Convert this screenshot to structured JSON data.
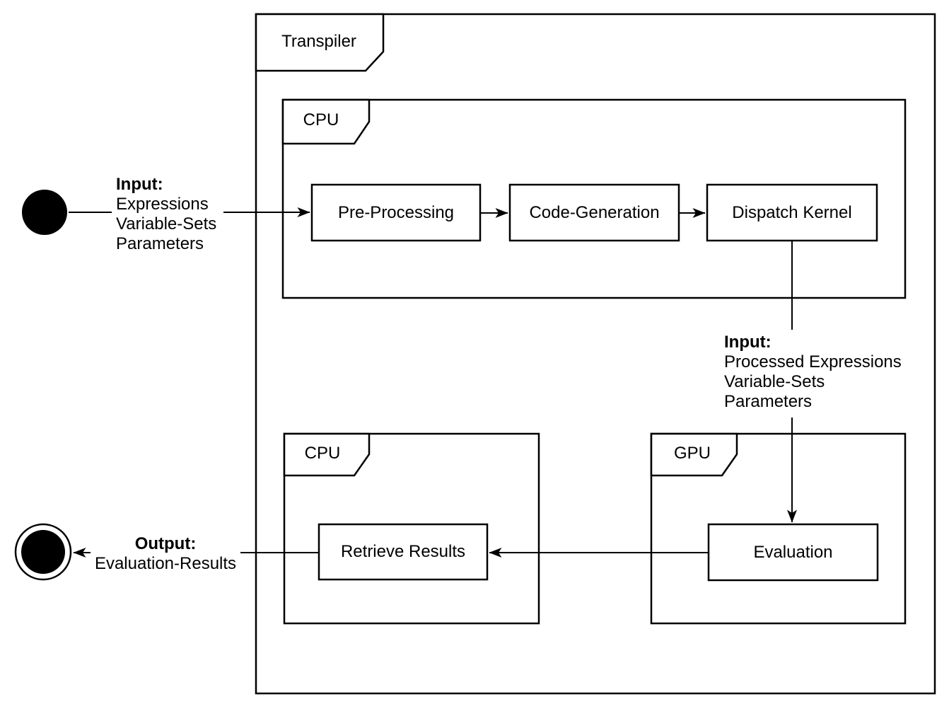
{
  "diagram": {
    "background": "#ffffff",
    "stroke_color": "#000000",
    "frames": {
      "transpiler": {
        "label": "Transpiler"
      },
      "cpu_top": {
        "label": "CPU"
      },
      "cpu_bottom": {
        "label": "CPU"
      },
      "gpu": {
        "label": "GPU"
      }
    },
    "nodes": {
      "pre_processing": {
        "label": "Pre-Processing"
      },
      "code_generation": {
        "label": "Code-Generation"
      },
      "dispatch_kernel": {
        "label": "Dispatch Kernel"
      },
      "retrieve_results": {
        "label": "Retrieve Results"
      },
      "evaluation": {
        "label": "Evaluation"
      }
    },
    "edge_labels": {
      "input_start": {
        "title": "Input:",
        "lines": [
          "Expressions",
          "Variable-Sets",
          "Parameters"
        ]
      },
      "input_gpu": {
        "title": "Input:",
        "lines": [
          "Processed Expressions",
          "Variable-Sets",
          "Parameters"
        ]
      },
      "output": {
        "title": "Output:",
        "lines": [
          "Evaluation-Results"
        ]
      }
    }
  }
}
